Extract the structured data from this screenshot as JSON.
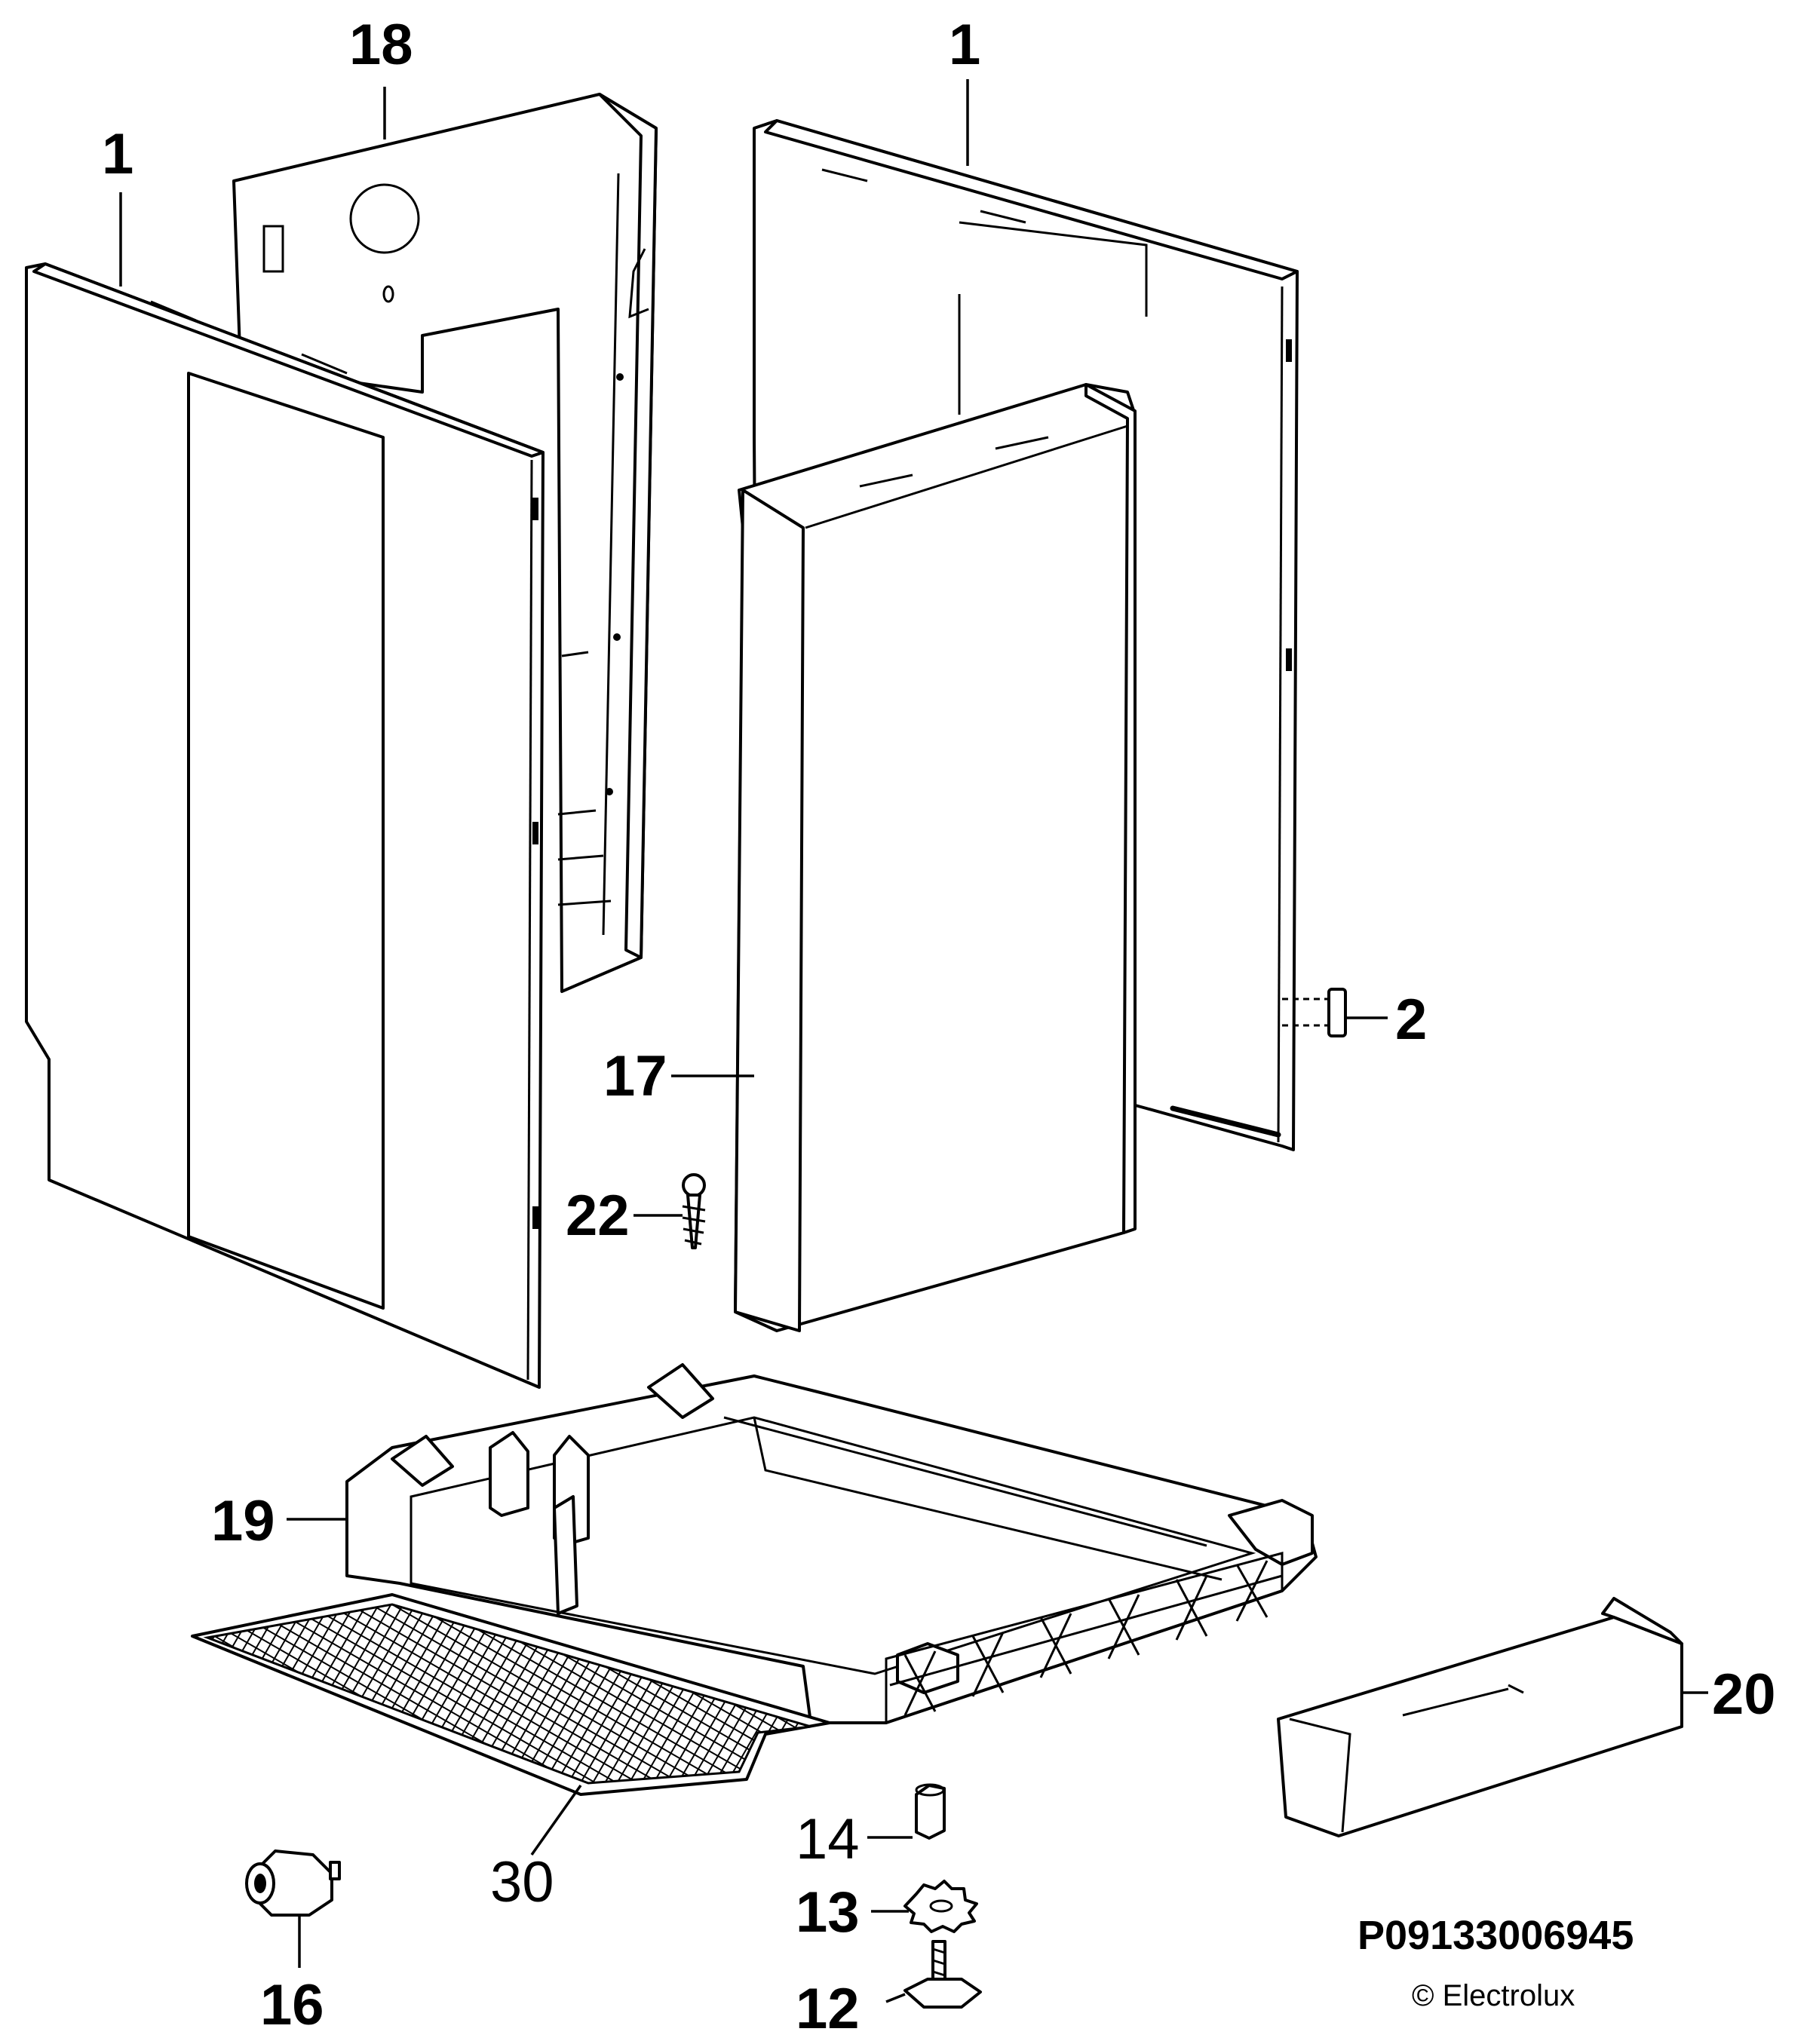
{
  "labels": {
    "side_panel_left": "1",
    "side_panel_right": "1",
    "rear_panel": "18",
    "clip": "2",
    "front_panel": "17",
    "screw": "22",
    "base_frame": "19",
    "kickplate": "20",
    "filter_mat": "30",
    "spacer": "14",
    "washer": "13",
    "foot": "12",
    "bushing": "16"
  },
  "drawing_code": "P09133006945",
  "copyright": "© Electrolux"
}
